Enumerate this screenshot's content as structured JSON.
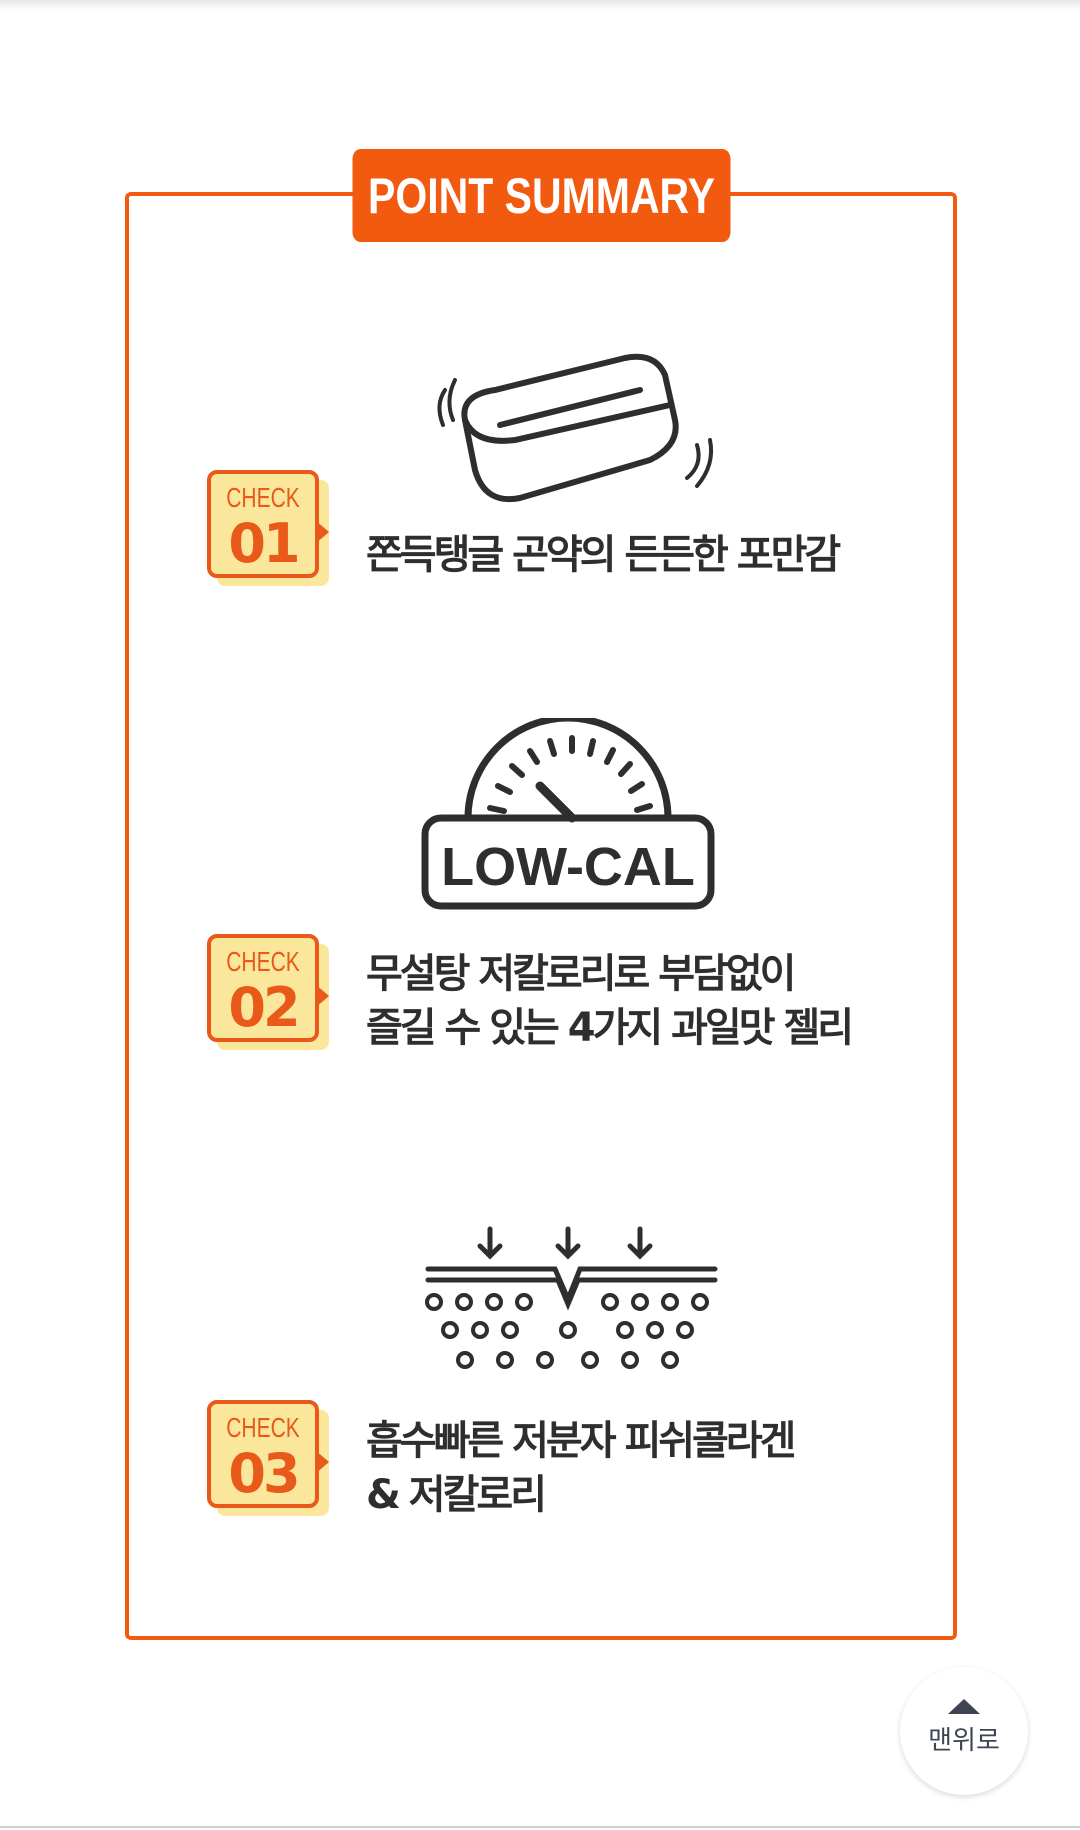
{
  "title": "POINT SUMMARY",
  "points": [
    {
      "check": "CHECK",
      "num": "01",
      "icon": "konjac-jelly-icon",
      "lines": [
        "쫀득탱글 곤약의 든든한 포만감"
      ]
    },
    {
      "check": "CHECK",
      "num": "02",
      "icon": "low-cal-gauge-icon",
      "icon_text": "LOW-CAL",
      "lines": [
        "무설탕 저칼로리로 부담없이",
        "즐길 수 있는 4가지 과일맛 젤리"
      ]
    },
    {
      "check": "CHECK",
      "num": "03",
      "icon": "skin-absorption-icon",
      "lines": [
        "흡수빠른 저분자 피쉬콜라겐",
        "& 저칼로리"
      ]
    }
  ],
  "scroll_top": {
    "label": "맨위로",
    "icon": "triangle-up-icon"
  },
  "colors": {
    "accent": "#f15a0f",
    "badge": "#fbe79c"
  }
}
